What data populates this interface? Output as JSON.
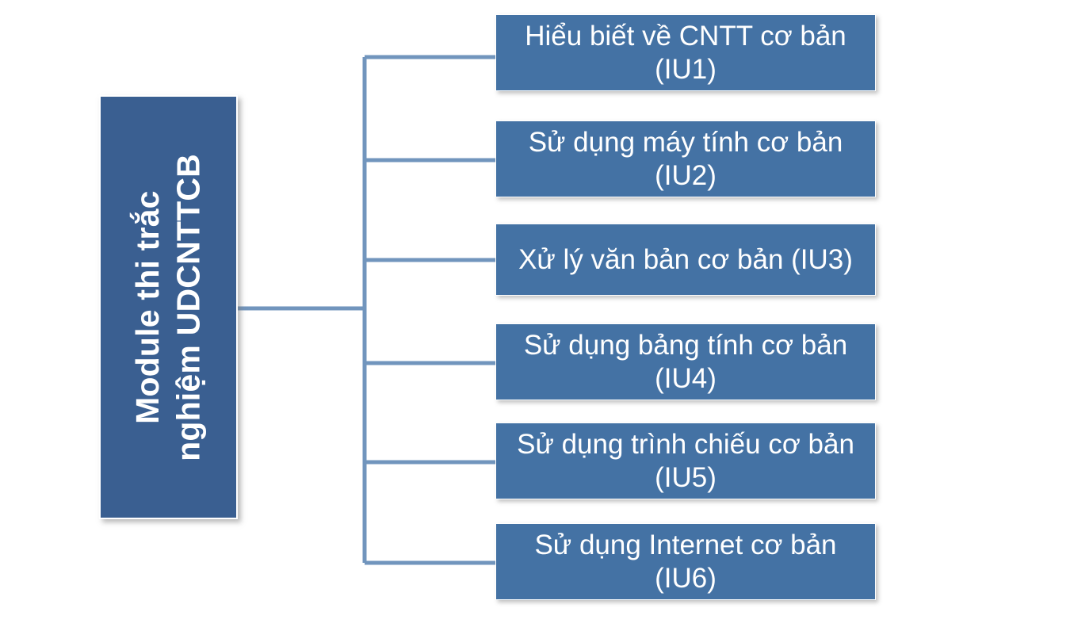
{
  "diagram": {
    "type": "hierarchy-tree",
    "orientation": "left-to-right",
    "colors": {
      "root_fill": "#3a5f91",
      "leaf_fill": "#4472a4",
      "connector": "#7195bd",
      "text": "#ffffff",
      "background": "#ffffff"
    },
    "root": {
      "label": "Module thi trắc\nnghiệm UDCNTTCB",
      "orientation": "vertical-text"
    },
    "branch_count": 6,
    "leaves": [
      {
        "id": "IU1",
        "label": "Hiểu biết về CNTT cơ bản\n(IU1)"
      },
      {
        "id": "IU2",
        "label": "Sử dụng máy tính cơ bản\n(IU2)"
      },
      {
        "id": "IU3",
        "label": "Xử lý văn bản cơ bản (IU3)"
      },
      {
        "id": "IU4",
        "label": "Sử dụng bảng tính cơ bản\n(IU4)"
      },
      {
        "id": "IU5",
        "label": "Sử dụng trình chiếu cơ bản\n(IU5)"
      },
      {
        "id": "IU6",
        "label": "Sử dụng Internet cơ bản\n(IU6)"
      }
    ]
  }
}
